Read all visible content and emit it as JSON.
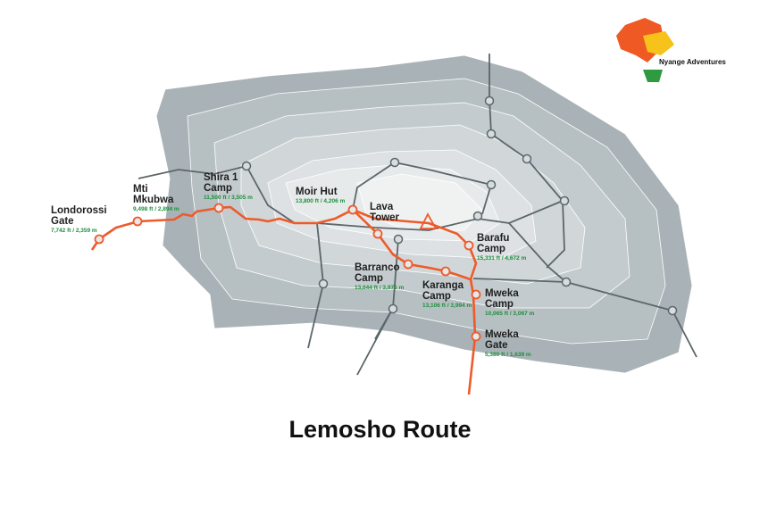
{
  "title": "Lemosho Route",
  "brand": "Nyange Adventures",
  "colors": {
    "route": "#ee5a2a",
    "altitude": "#1d8f3d",
    "trail": "#5b666b"
  },
  "camps": [
    {
      "name": "Londorossi Gate",
      "l1": "Londorossi",
      "l2": "Gate",
      "alt": "7,742 ft / 2,359 m"
    },
    {
      "name": "Mti Mkubwa",
      "l1": "Mti",
      "l2": "Mkubwa",
      "alt": "9,498 ft / 2,894 m"
    },
    {
      "name": "Shira 1 Camp",
      "l1": "Shira 1",
      "l2": "Camp",
      "alt": "11,500 ft / 3,505 m"
    },
    {
      "name": "Moir Hut",
      "l1": "Moir Hut",
      "l2": "",
      "alt": "13,800 ft / 4,206 m"
    },
    {
      "name": "Lava Tower",
      "l1": "Lava",
      "l2": "Tower",
      "alt": ""
    },
    {
      "name": "Barranco Camp",
      "l1": "Barranco",
      "l2": "Camp",
      "alt": "13,044 ft / 3,975 m"
    },
    {
      "name": "Karanga Camp",
      "l1": "Karanga",
      "l2": "Camp",
      "alt": "13,106 ft / 3,994 m"
    },
    {
      "name": "Barafu Camp",
      "l1": "Barafu",
      "l2": "Camp",
      "alt": "15,331 ft / 4,672 m"
    },
    {
      "name": "Mweka Camp",
      "l1": "Mweka",
      "l2": "Camp",
      "alt": "10,065 ft / 3,067 m"
    },
    {
      "name": "Mweka Gate",
      "l1": "Mweka",
      "l2": "Gate",
      "alt": "5,380 ft / 1,639 m"
    }
  ]
}
